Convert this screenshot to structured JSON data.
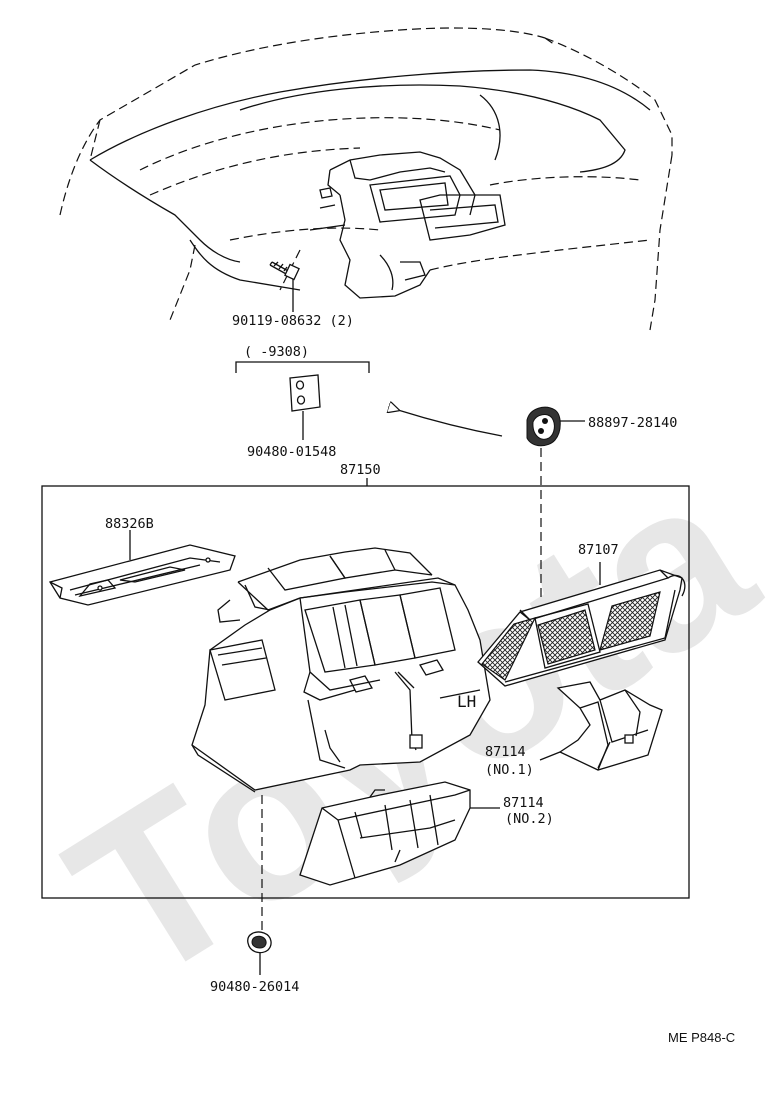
{
  "watermark": "Toyota",
  "drawing_code": "ME P848-C",
  "assembly_box": {
    "part_no": "87150"
  },
  "callouts": [
    {
      "id": "screw",
      "text": "90119-08632 (2)"
    },
    {
      "id": "serial-range",
      "text": "(   -9308)"
    },
    {
      "id": "gasket-small",
      "text": "90480-01548"
    },
    {
      "id": "grommet-top",
      "text": "88897-28140"
    },
    {
      "id": "cover-top",
      "text": "88326B"
    },
    {
      "id": "filter",
      "text": "87107"
    },
    {
      "id": "duct-no1-num",
      "text": "87114"
    },
    {
      "id": "duct-no1-sub",
      "text": "(NO.1)"
    },
    {
      "id": "duct-no2-num",
      "text": "87114"
    },
    {
      "id": "duct-no2-sub",
      "text": "(NO.2)"
    },
    {
      "id": "side-mark",
      "text": "LH"
    },
    {
      "id": "grommet-bottom",
      "text": "90480-26014"
    }
  ]
}
